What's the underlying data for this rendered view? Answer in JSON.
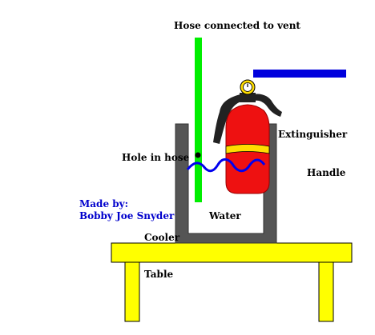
{
  "labels": {
    "hose": "Hose connected to vent",
    "extinguisher": "Extinguisher",
    "hole": "Hole in hose",
    "handle": "Handle",
    "water": "Water",
    "cooler": "Cooler",
    "table": "Table"
  },
  "credit": {
    "line1": "Made by:",
    "line2": "Bobby Joe Snyder"
  },
  "colors": {
    "hose": "#00ee00",
    "handle": "#0000dd",
    "water_line": "#0000ee",
    "extinguisher": "#ee1111",
    "band": "#ffdd00",
    "cooler": "#555555",
    "table": "#ffff00",
    "credit": "#0000cc"
  }
}
